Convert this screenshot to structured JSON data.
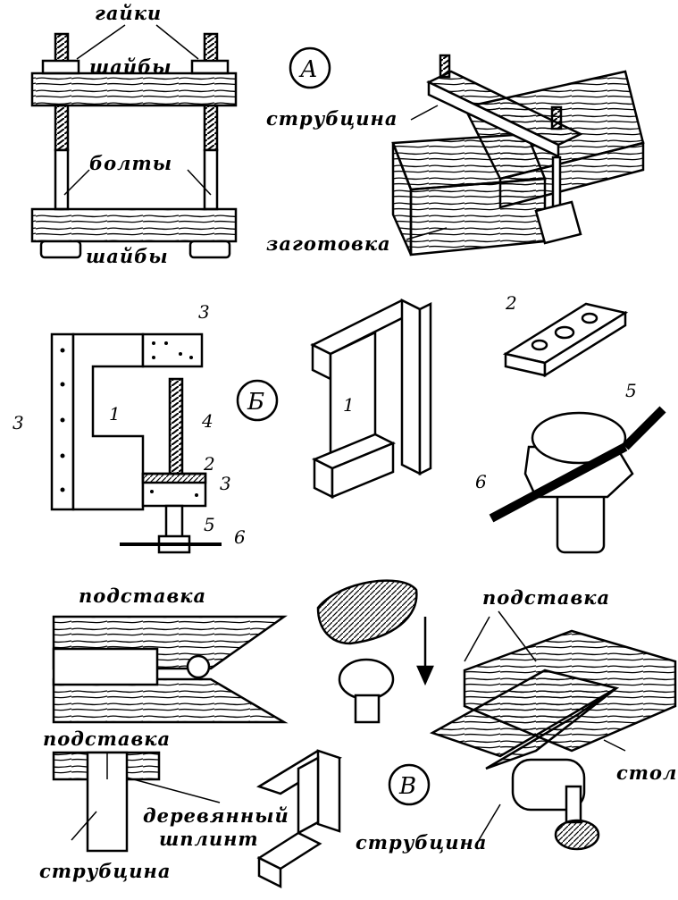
{
  "panelA": {
    "marker": "А",
    "labels": {
      "nuts": "гайки",
      "washers_top": "шайбы",
      "bolts": "болты",
      "washers_bottom": "шайбы",
      "clamp": "струбцина",
      "workpiece": "заготовка"
    }
  },
  "panelB": {
    "marker": "Б",
    "numbers": [
      "1",
      "2",
      "3",
      "4",
      "5",
      "6"
    ]
  },
  "panelV": {
    "marker": "В",
    "labels": {
      "stand_left": "подставка",
      "stand_left_section": "подставка",
      "pin": "деревянный",
      "pin_2": "шплинт",
      "clamp_left": "струбцина",
      "stand_right": "подставка",
      "table": "стол",
      "clamp_right": "струбцина"
    }
  }
}
